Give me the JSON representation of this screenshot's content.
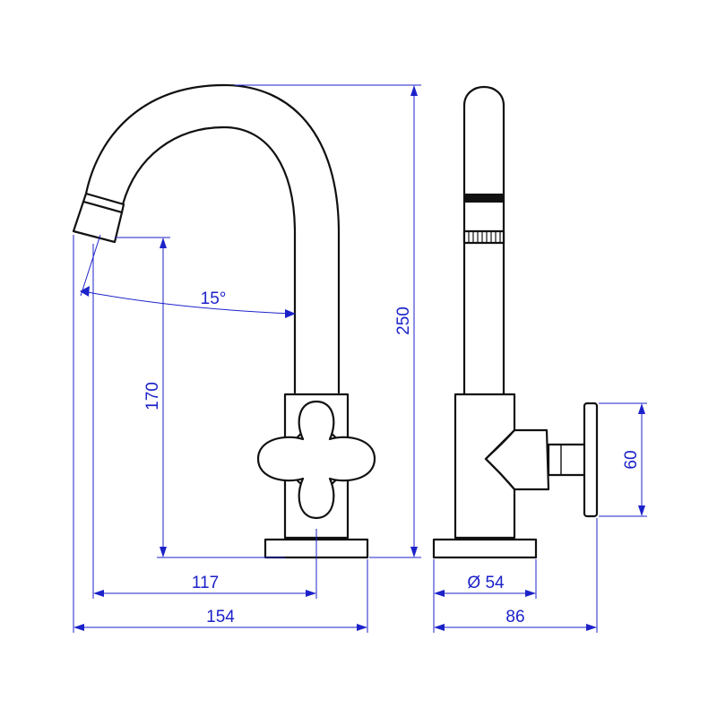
{
  "dimensions": {
    "total_height": "250",
    "spout_height": "170",
    "spout_angle": "15°",
    "spout_reach": "117",
    "total_width": "154",
    "base_diameter": "Ø 54",
    "side_depth": "86",
    "handle_height": "60"
  },
  "colors": {
    "outline": "#111111",
    "dimension": "#1c22c9"
  }
}
